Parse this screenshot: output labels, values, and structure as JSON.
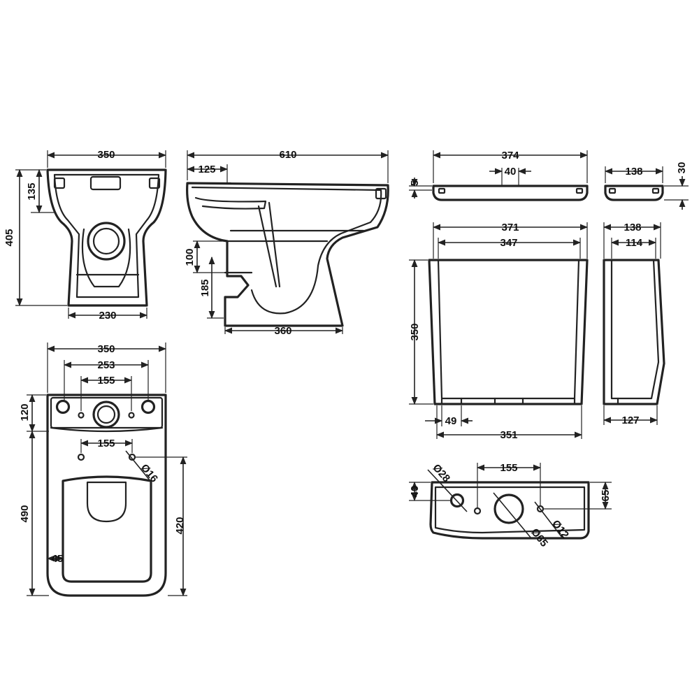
{
  "dims": {
    "pan_front": {
      "width": "350",
      "height": "405",
      "top": "135",
      "base": "230"
    },
    "pan_side": {
      "length": "610",
      "top": "125",
      "outlet_h": "100",
      "outlet_d": "185",
      "base": "360"
    },
    "pan_top": {
      "width": "350",
      "fix_outer": "253",
      "fix_inner": "155",
      "cistern_depth": "120",
      "depth": "490",
      "seat_depth": "420",
      "hole_spacing": "155",
      "hole_dia": "Ø16",
      "edge_offset": "45"
    },
    "lid": {
      "width": "374",
      "center": "40",
      "thickness": "5"
    },
    "lid_side": {
      "depth": "138",
      "height": "30"
    },
    "cistern_front": {
      "top_width": "371",
      "inner_width": "347",
      "height": "350",
      "foot": "49",
      "base_width": "351"
    },
    "cistern_side": {
      "top_depth": "138",
      "inner_depth": "114",
      "base_depth": "127"
    },
    "cistern_bottom": {
      "spacing": "155",
      "left_dia": "Ø28",
      "left_offset": "40",
      "right_offset": "65",
      "center_dia": "Ø65",
      "right_dia": "Ø12"
    }
  }
}
